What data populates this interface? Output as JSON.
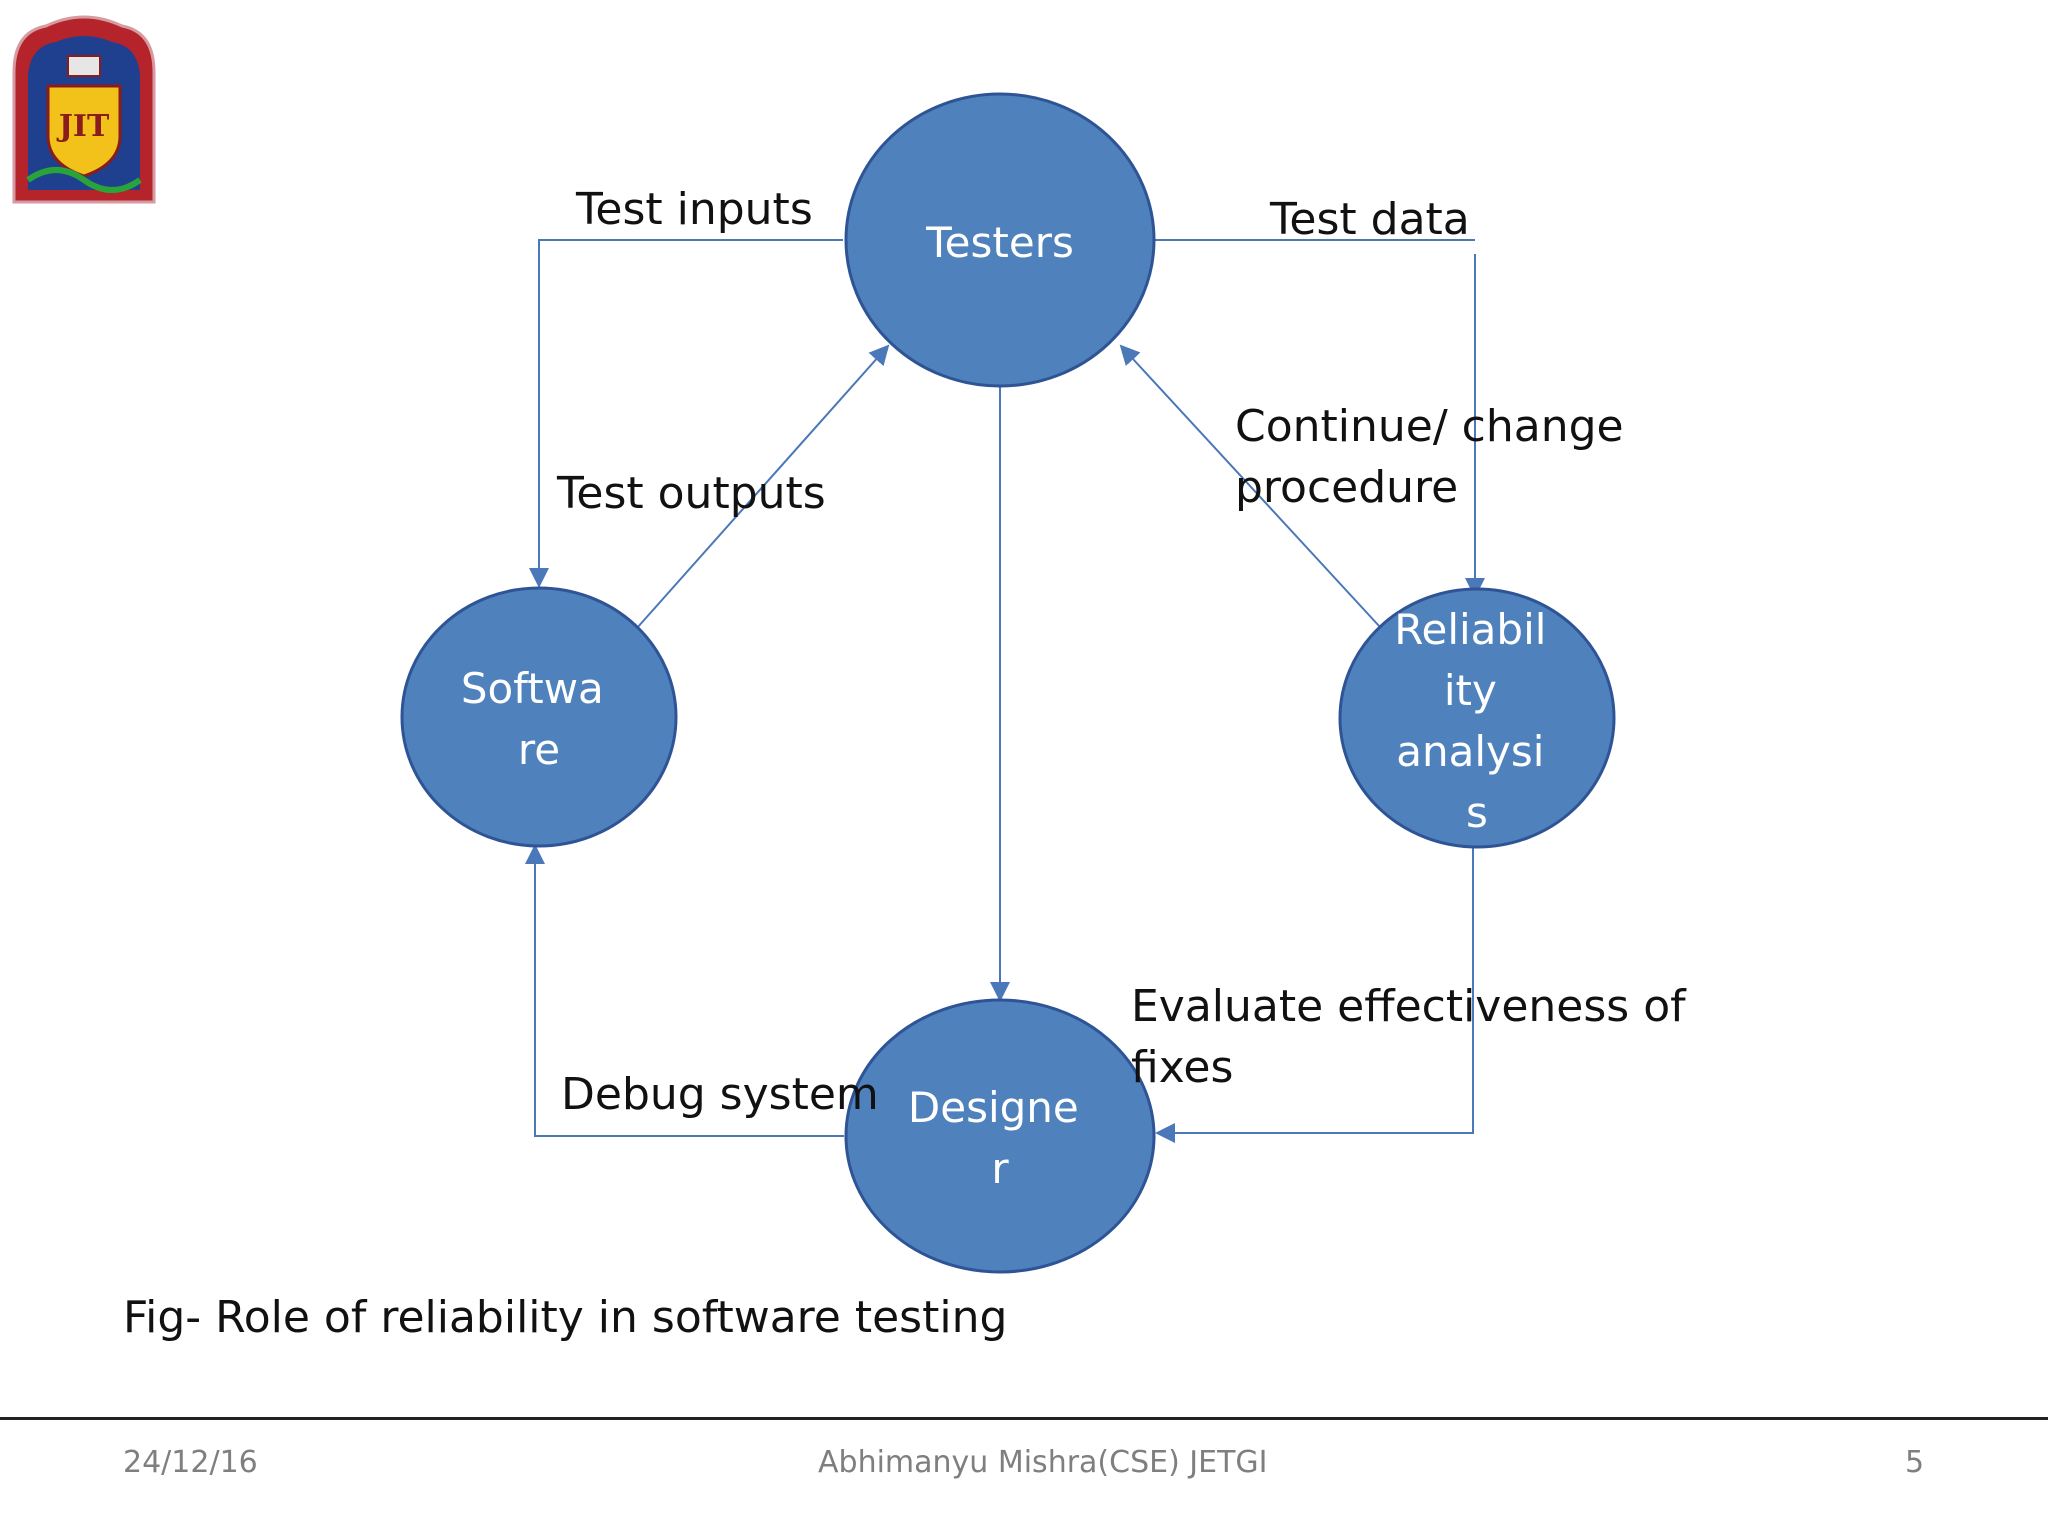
{
  "slide": {
    "caption": "Fig- Role of reliability in software testing",
    "footer": {
      "date": "24/12/16",
      "author": "Abhimanyu Mishra(CSE) JETGI",
      "page": "5"
    },
    "logo": {
      "icon": "institute-crest-icon",
      "text": "JIT"
    }
  },
  "diagram": {
    "colors": {
      "node_fill": "#4f81bd",
      "node_stroke": "#2f5496",
      "edge": "#4a78b8",
      "label_text": "#111111"
    },
    "nodes": {
      "testers": {
        "lines": [
          "Testers"
        ]
      },
      "software": {
        "lines": [
          "Softwa",
          "re"
        ]
      },
      "reliability": {
        "lines": [
          "Reliabil",
          "ity",
          "analysi",
          "s"
        ]
      },
      "designer": {
        "lines": [
          "Designe",
          "r"
        ]
      }
    },
    "edges": {
      "test_inputs": {
        "lines": [
          "Test inputs"
        ]
      },
      "test_data": {
        "lines": [
          "Test data"
        ]
      },
      "test_outputs": {
        "lines": [
          "Test outputs"
        ]
      },
      "continue_change": {
        "lines": [
          "Continue/ change",
          "procedure"
        ]
      },
      "evaluate": {
        "lines": [
          "Evaluate effectiveness of",
          "fixes"
        ]
      },
      "debug": {
        "lines": [
          "Debug system"
        ]
      }
    }
  }
}
